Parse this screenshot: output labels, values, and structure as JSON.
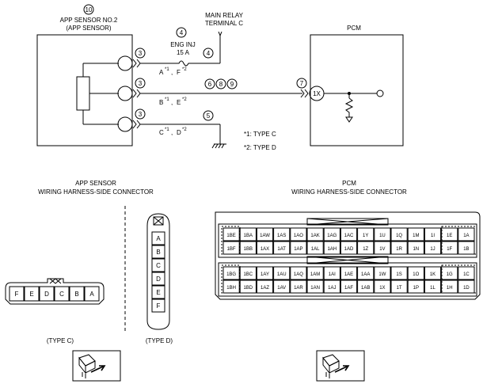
{
  "wiring": {
    "app_sensor_num": "10",
    "app_sensor_title": "APP SENSOR NO.2",
    "app_sensor_subtitle": "(APP SENSOR)",
    "eng_inj_num": "4",
    "eng_inj_label": "ENG INJ",
    "eng_inj_rating": "15 A",
    "relay_num": "4",
    "main_relay_line1": "MAIN RELAY",
    "main_relay_line2": "TERMINAL C",
    "pcm_title": "PCM",
    "conn_num": "3",
    "pin_a": "A",
    "pin_f": "F",
    "pin_b": "B",
    "pin_e": "E",
    "pin_c": "C",
    "pin_d": "D",
    "sup1": "*1",
    "sup2": "*2",
    "sig_num1": "6",
    "sig_num2": "8",
    "sig_num3": "9",
    "pcm_conn_num": "7",
    "pcm_pin": "1X",
    "ground_num": "5",
    "note1": "*1: TYPE C",
    "note2": "*2: TYPE D"
  },
  "app_connector": {
    "title_line1": "APP SENSOR",
    "title_line2": "WIRING HARNESS-SIDE CONNECTOR",
    "type_c_pins": [
      "F",
      "E",
      "D",
      "C",
      "B",
      "A"
    ],
    "type_d_pins": [
      "A",
      "B",
      "C",
      "D",
      "E",
      "F"
    ],
    "type_c_label": "(TYPE C)",
    "type_d_label": "(TYPE D)"
  },
  "pcm_connector": {
    "title_line1": "PCM",
    "title_line2": "WIRING HARNESS-SIDE CONNECTOR",
    "rows": [
      [
        "1BE",
        "1BA",
        "1AW",
        "1AS",
        "1AO",
        "1AK",
        "1AG",
        "1AC",
        "1Y",
        "1U",
        "1Q",
        "1M",
        "1I",
        "1E",
        "1A"
      ],
      [
        "1BF",
        "1BB",
        "1AX",
        "1AT",
        "1AP",
        "1AL",
        "1AH",
        "1AD",
        "1Z",
        "1V",
        "1R",
        "1N",
        "1J",
        "1F",
        "1B"
      ],
      [
        "1BG",
        "1BC",
        "1AY",
        "1AU",
        "1AQ",
        "1AM",
        "1AI",
        "1AE",
        "1AA",
        "1W",
        "1S",
        "1O",
        "1K",
        "1G",
        "1C"
      ],
      [
        "1BH",
        "1BD",
        "1AZ",
        "1AV",
        "1AR",
        "1AN",
        "1AJ",
        "1AF",
        "1AB",
        "1X",
        "1T",
        "1P",
        "1L",
        "1H",
        "1D"
      ]
    ]
  }
}
